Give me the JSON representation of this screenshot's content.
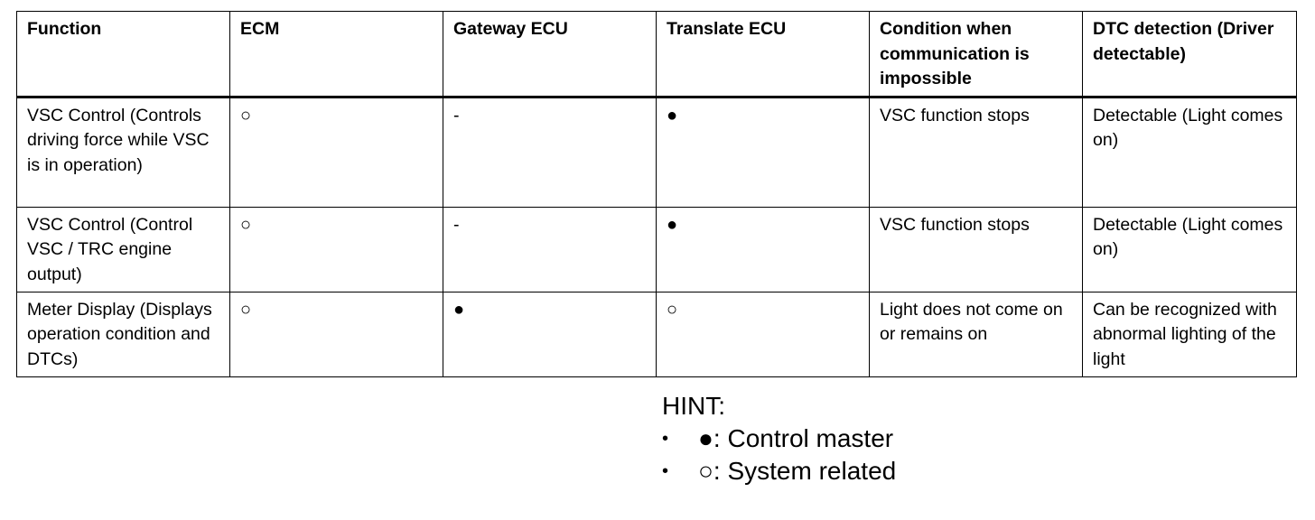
{
  "table": {
    "headers": [
      "Function",
      "ECM",
      "Gateway ECU",
      "Translate ECU",
      "Condition when communication is impossible",
      "DTC detection (Driver detectable)"
    ],
    "rows": [
      {
        "function": "VSC Control (Controls driving force while VSC is in operation)",
        "ecm": "○",
        "gateway": "-",
        "translate": "●",
        "condition": "VSC function stops",
        "dtc": "Detectable (Light comes on)"
      },
      {
        "function": "VSC Control  (Control VSC / TRC engine output)",
        "ecm": "○",
        "gateway": "-",
        "translate": "●",
        "condition": "VSC function stops",
        "dtc": "Detectable (Light comes on)"
      },
      {
        "function": "Meter Display (Displays operation condition and DTCs)",
        "ecm": "○",
        "gateway": "●",
        "translate": "○",
        "condition": "Light does not come on or remains on",
        "dtc": "Can be recognized with abnormal lighting of the light"
      }
    ]
  },
  "hint": {
    "title": "HINT:",
    "bullet": "•",
    "items": [
      "●: Control master",
      "○: System related"
    ]
  }
}
